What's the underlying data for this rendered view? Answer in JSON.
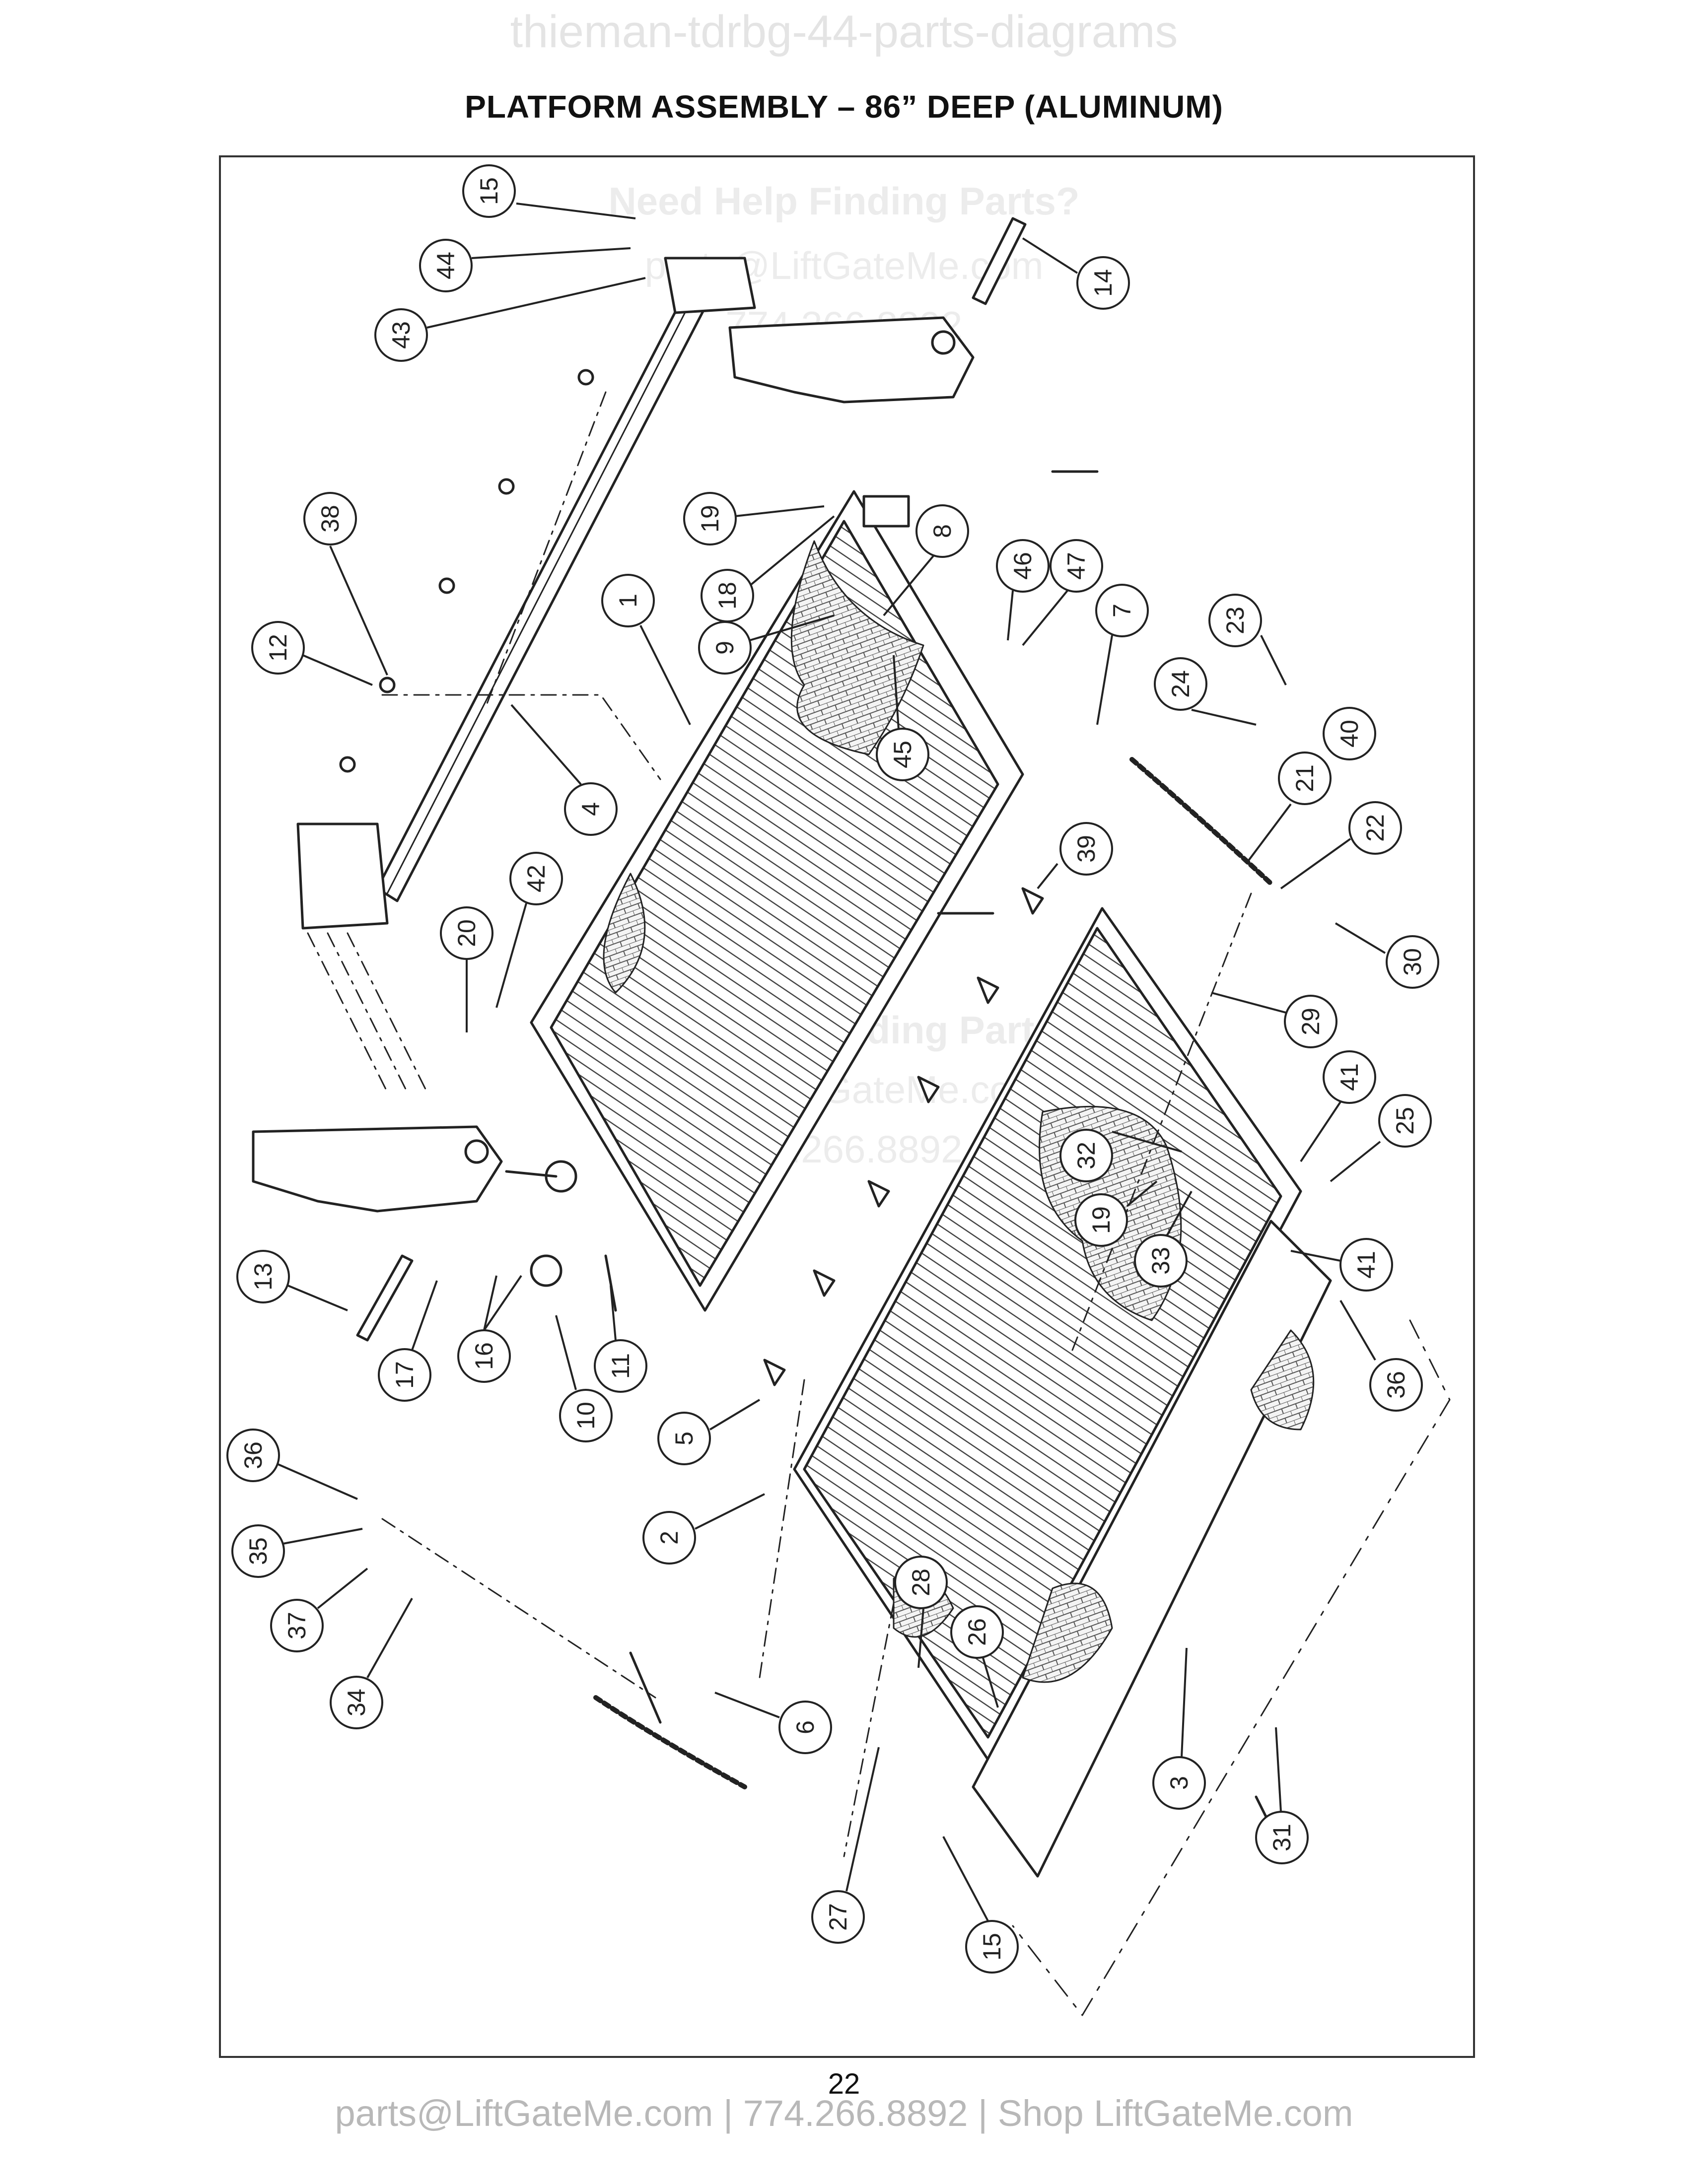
{
  "watermark_top": "thieman-tdrbg-44-parts-diagrams",
  "title": "PLATFORM ASSEMBLY – 86” DEEP (ALUMINUM)",
  "watermark_center": {
    "line1": "Need Help Finding Parts?",
    "line2": "parts@LiftGateMe.com",
    "line3": "774.266.8892"
  },
  "page_number": "22",
  "footer": "parts@LiftGateMe.com | 774.266.8892 | Shop LiftGateMe.com",
  "callouts": [
    "15",
    "44",
    "43",
    "14",
    "38",
    "12",
    "19",
    "18",
    "8",
    "46",
    "47",
    "1",
    "9",
    "45",
    "4",
    "7",
    "23",
    "24",
    "40",
    "21",
    "22",
    "39",
    "30",
    "42",
    "20",
    "29",
    "32",
    "41",
    "25",
    "19",
    "33",
    "41",
    "36",
    "13",
    "17",
    "16",
    "11",
    "10",
    "5",
    "36",
    "35",
    "37",
    "34",
    "2",
    "28",
    "26",
    "6",
    "3",
    "31",
    "27",
    "15"
  ],
  "colors": {
    "line": "#222222",
    "watermark": "#e4e4e4",
    "footer": "#b8b8b8"
  }
}
